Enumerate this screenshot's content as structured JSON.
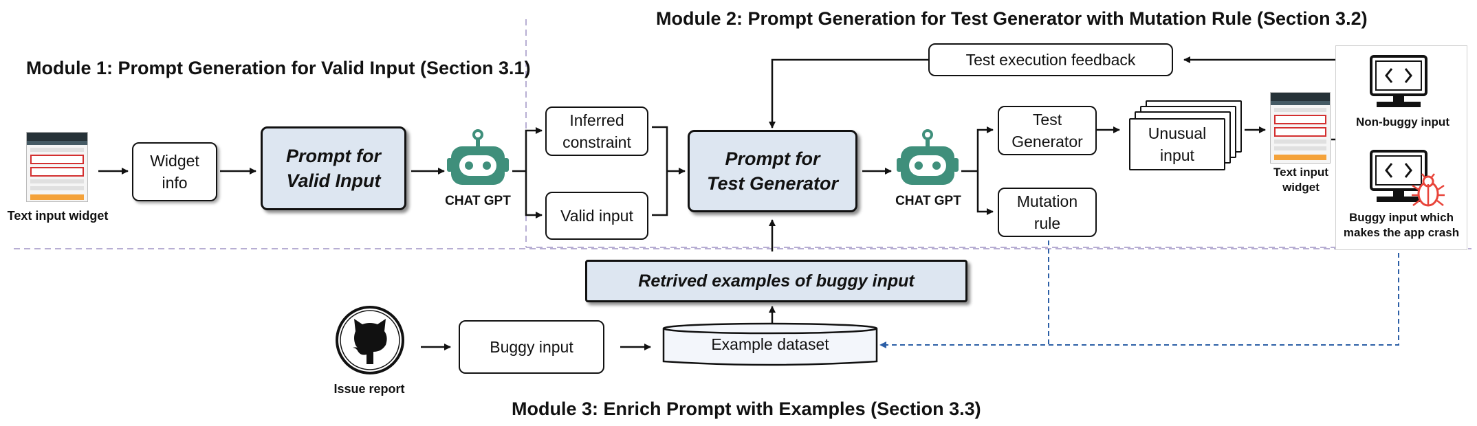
{
  "modules": {
    "m1_title": "Module 1: Prompt Generation for Valid Input (Section 3.1)",
    "m2_title": "Module 2: Prompt Generation for Test Generator with Mutation Rule (Section 3.2)",
    "m3_title": "Module 3: Enrich Prompt with Examples (Section 3.3)"
  },
  "nodes": {
    "text_input_widget": "Text input widget",
    "widget_info": [
      "Widget",
      "info"
    ],
    "prompt_valid": [
      "Prompt for",
      "Valid Input"
    ],
    "chat_gpt": "CHAT GPT",
    "inferred_constraint": [
      "Inferred",
      "constraint"
    ],
    "valid_input": "Valid input",
    "prompt_test": [
      "Prompt for",
      "Test Generator"
    ],
    "test_generator": [
      "Test",
      "Generator"
    ],
    "mutation_rule": [
      "Mutation",
      "rule"
    ],
    "unusual_input": [
      "Unusual",
      "input"
    ],
    "text_input_widget_2": [
      "Text input",
      "widget"
    ],
    "non_buggy": "Non-buggy input",
    "buggy_crash": [
      "Buggy input which",
      "makes the app crash"
    ],
    "test_feedback": "Test execution feedback",
    "retrieved_examples": "Retrived examples of buggy input",
    "issue_report": "Issue report",
    "buggy_input": "Buggy input",
    "example_dataset": "Example dataset"
  },
  "colors": {
    "prompt_fill": "#dde6f1",
    "robot": "#3f8f7b",
    "bug": "#e8443a",
    "dashed_blue": "#2b5ea6",
    "divider": "#b7aed3"
  }
}
